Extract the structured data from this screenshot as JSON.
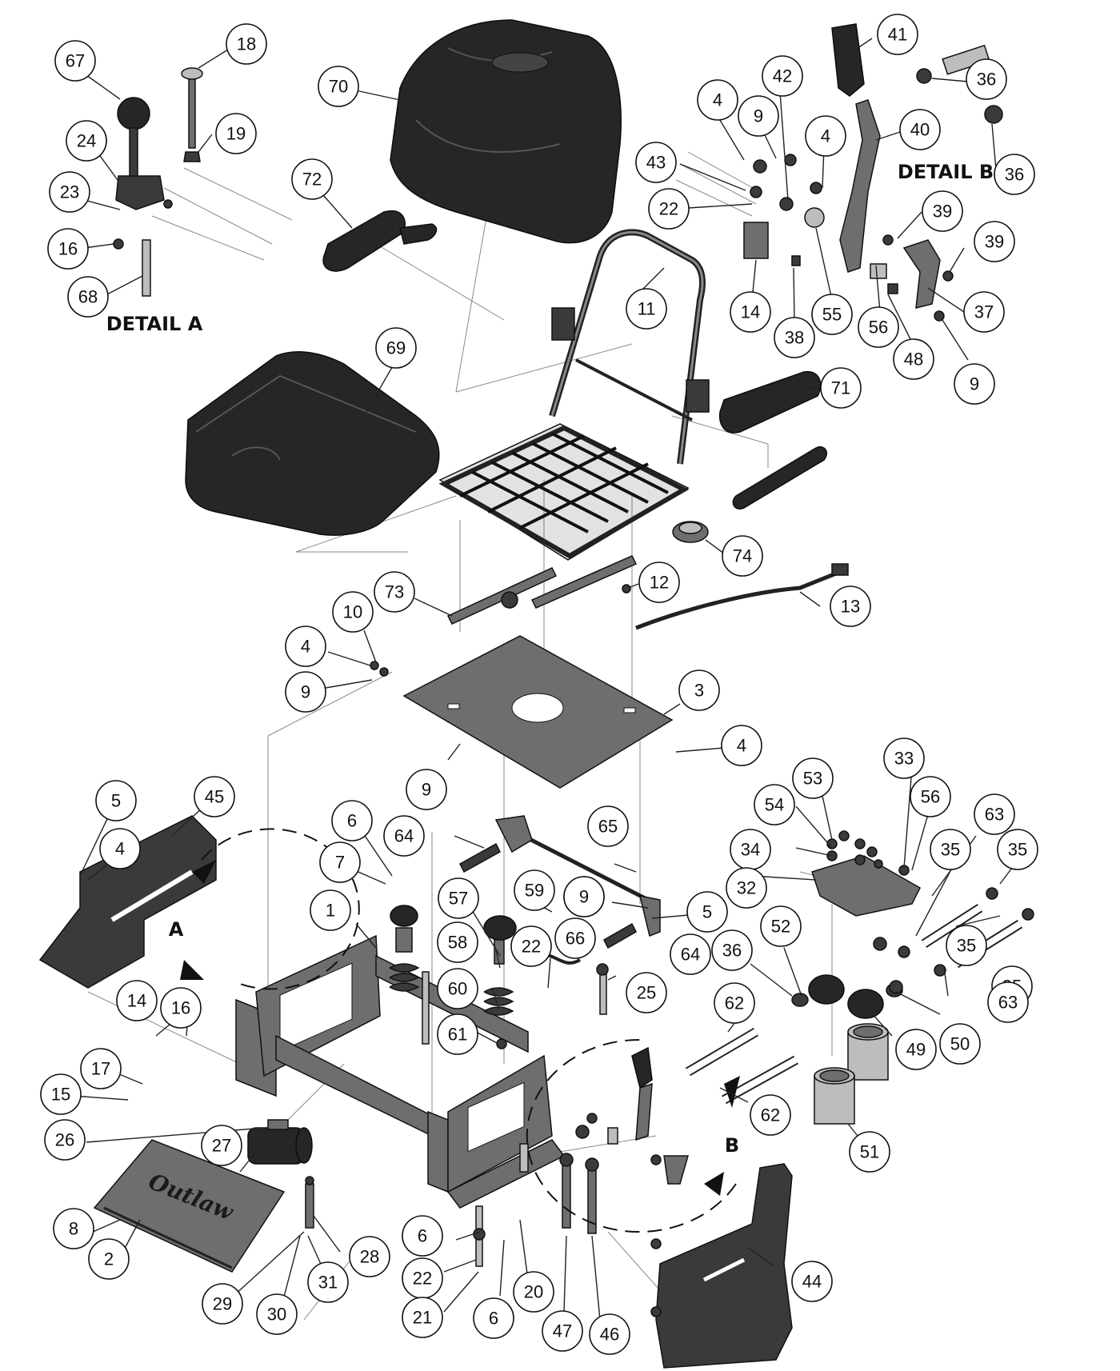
{
  "labels": {
    "detail_a": "DETAIL A",
    "detail_b": "DETAIL B",
    "marker_a": "A",
    "marker_b": "B",
    "brand": "Outlaw"
  },
  "callouts": [
    {
      "n": "67"
    },
    {
      "n": "18"
    },
    {
      "n": "24"
    },
    {
      "n": "19"
    },
    {
      "n": "23"
    },
    {
      "n": "16"
    },
    {
      "n": "68"
    },
    {
      "n": "70"
    },
    {
      "n": "72"
    },
    {
      "n": "41"
    },
    {
      "n": "36"
    },
    {
      "n": "42"
    },
    {
      "n": "4"
    },
    {
      "n": "9"
    },
    {
      "n": "40"
    },
    {
      "n": "36"
    },
    {
      "n": "4"
    },
    {
      "n": "43"
    },
    {
      "n": "22"
    },
    {
      "n": "39"
    },
    {
      "n": "39"
    },
    {
      "n": "11"
    },
    {
      "n": "14"
    },
    {
      "n": "55"
    },
    {
      "n": "56"
    },
    {
      "n": "37"
    },
    {
      "n": "38"
    },
    {
      "n": "48"
    },
    {
      "n": "9"
    },
    {
      "n": "69"
    },
    {
      "n": "71"
    },
    {
      "n": "74"
    },
    {
      "n": "73"
    },
    {
      "n": "12"
    },
    {
      "n": "10"
    },
    {
      "n": "13"
    },
    {
      "n": "4"
    },
    {
      "n": "9"
    },
    {
      "n": "3"
    },
    {
      "n": "4"
    },
    {
      "n": "9"
    },
    {
      "n": "33"
    },
    {
      "n": "53"
    },
    {
      "n": "56"
    },
    {
      "n": "63"
    },
    {
      "n": "54"
    },
    {
      "n": "35"
    },
    {
      "n": "35"
    },
    {
      "n": "34"
    },
    {
      "n": "45"
    },
    {
      "n": "5"
    },
    {
      "n": "6"
    },
    {
      "n": "64"
    },
    {
      "n": "65"
    },
    {
      "n": "9"
    },
    {
      "n": "4"
    },
    {
      "n": "7"
    },
    {
      "n": "32"
    },
    {
      "n": "1"
    },
    {
      "n": "57"
    },
    {
      "n": "59"
    },
    {
      "n": "9"
    },
    {
      "n": "5"
    },
    {
      "n": "58"
    },
    {
      "n": "22"
    },
    {
      "n": "66"
    },
    {
      "n": "64"
    },
    {
      "n": "36"
    },
    {
      "n": "52"
    },
    {
      "n": "35"
    },
    {
      "n": "60"
    },
    {
      "n": "25"
    },
    {
      "n": "35"
    },
    {
      "n": "63"
    },
    {
      "n": "61"
    },
    {
      "n": "62"
    },
    {
      "n": "49"
    },
    {
      "n": "50"
    },
    {
      "n": "14"
    },
    {
      "n": "16"
    },
    {
      "n": "17"
    },
    {
      "n": "15"
    },
    {
      "n": "26"
    },
    {
      "n": "62"
    },
    {
      "n": "27"
    },
    {
      "n": "51"
    },
    {
      "n": "8"
    },
    {
      "n": "2"
    },
    {
      "n": "28"
    },
    {
      "n": "6"
    },
    {
      "n": "22"
    },
    {
      "n": "29"
    },
    {
      "n": "30"
    },
    {
      "n": "31"
    },
    {
      "n": "20"
    },
    {
      "n": "44"
    },
    {
      "n": "21"
    },
    {
      "n": "6"
    },
    {
      "n": "47"
    },
    {
      "n": "46"
    }
  ]
}
